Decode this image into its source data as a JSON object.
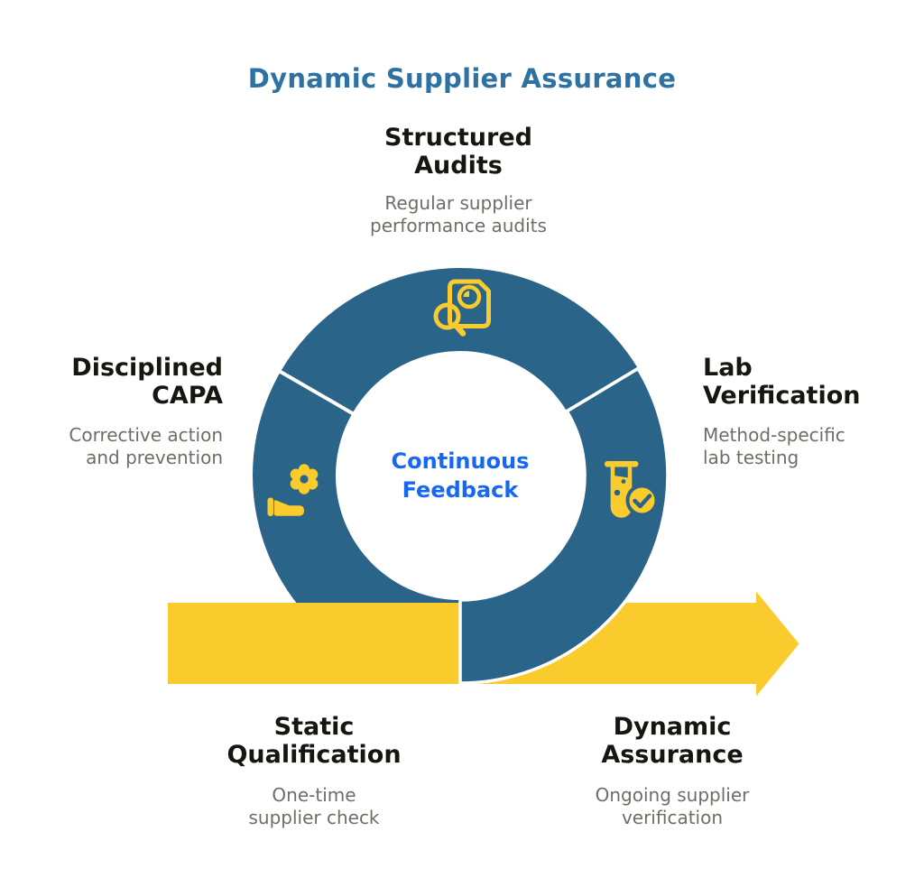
{
  "title": "Dynamic Supplier Assurance",
  "center_label": "Continuous\nFeedback",
  "nodes": {
    "structured_audits": {
      "heading": "Structured\nAudits",
      "subtitle": "Regular supplier\nperformance audits",
      "icon": "audit-report-magnifier-icon"
    },
    "disciplined_capa": {
      "heading": "Disciplined\nCAPA",
      "subtitle": "Corrective action\nand prevention",
      "icon": "hand-gear-icon"
    },
    "lab_verification": {
      "heading": "Lab\nVerification",
      "subtitle": "Method-specific\nlab testing",
      "icon": "test-tube-check-icon"
    },
    "static_qualification": {
      "heading": "Static\nQualification",
      "subtitle": "One-time\nsupplier check"
    },
    "dynamic_assurance": {
      "heading": "Dynamic\nAssurance",
      "subtitle": "Ongoing supplier\nverification"
    }
  },
  "colors": {
    "ring_blue": "#2B6489",
    "accent_yellow": "#F9CB2C",
    "title_blue": "#2E71A3",
    "center_blue": "#1668F2",
    "heading_dark": "#17150F",
    "subtitle_gray": "#6F6D64",
    "background": "#FFFFFF"
  }
}
